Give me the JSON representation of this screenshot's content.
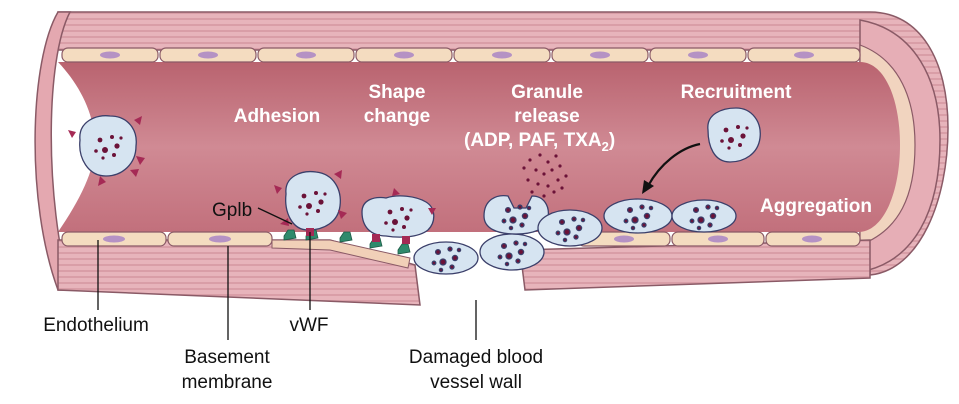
{
  "labels": {
    "adhesion": "Adhesion",
    "shape_change_1": "Shape",
    "shape_change_2": "change",
    "granule_1": "Granule",
    "granule_2": "release",
    "granule_3": "(ADP, PAF, TXA",
    "granule_sub": "2",
    "granule_close": ")",
    "recruitment": "Recruitment",
    "aggregation": "Aggregation",
    "gplb": "Gplb",
    "endothelium": "Endothelium",
    "vwf": "vWF",
    "basement_1": "Basement",
    "basement_2": "membrane",
    "damaged_1": "Damaged blood",
    "damaged_2": "vessel wall"
  },
  "colors": {
    "vessel_wall": "#e8b7bd",
    "wall_stripe": "#d79aa2",
    "lumen": "#c8737e",
    "endothelial_cell": "#f4dcc0",
    "nucleus": "#b592c4",
    "platelet": "#d6e4f1",
    "granule": "#6b1238",
    "receptor": "#a52a55",
    "vwf": "#2f8a6c",
    "outline": "#5a3a48"
  }
}
